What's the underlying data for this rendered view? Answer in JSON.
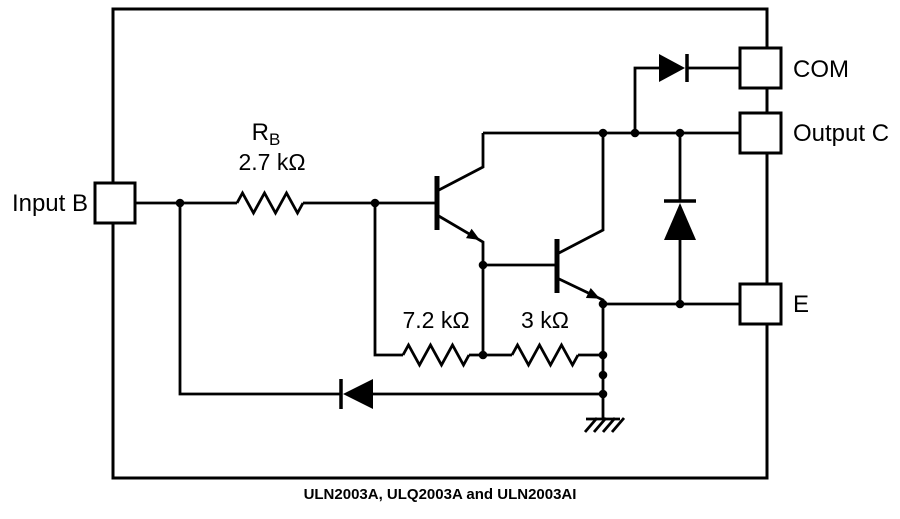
{
  "diagram": {
    "caption": "ULN2003A, ULQ2003A and ULN2003AI",
    "pins": {
      "input_b": "Input B",
      "com": "COM",
      "output_c": "Output C",
      "emitter": "E"
    },
    "labels": {
      "rb_symbol": "R",
      "rb_subscript": "B",
      "rb_value": "2.7 kΩ",
      "r_input": "7.2 kΩ",
      "r_base": "3 kΩ"
    },
    "colors": {
      "line": "#000000",
      "background": "#ffffff"
    }
  }
}
